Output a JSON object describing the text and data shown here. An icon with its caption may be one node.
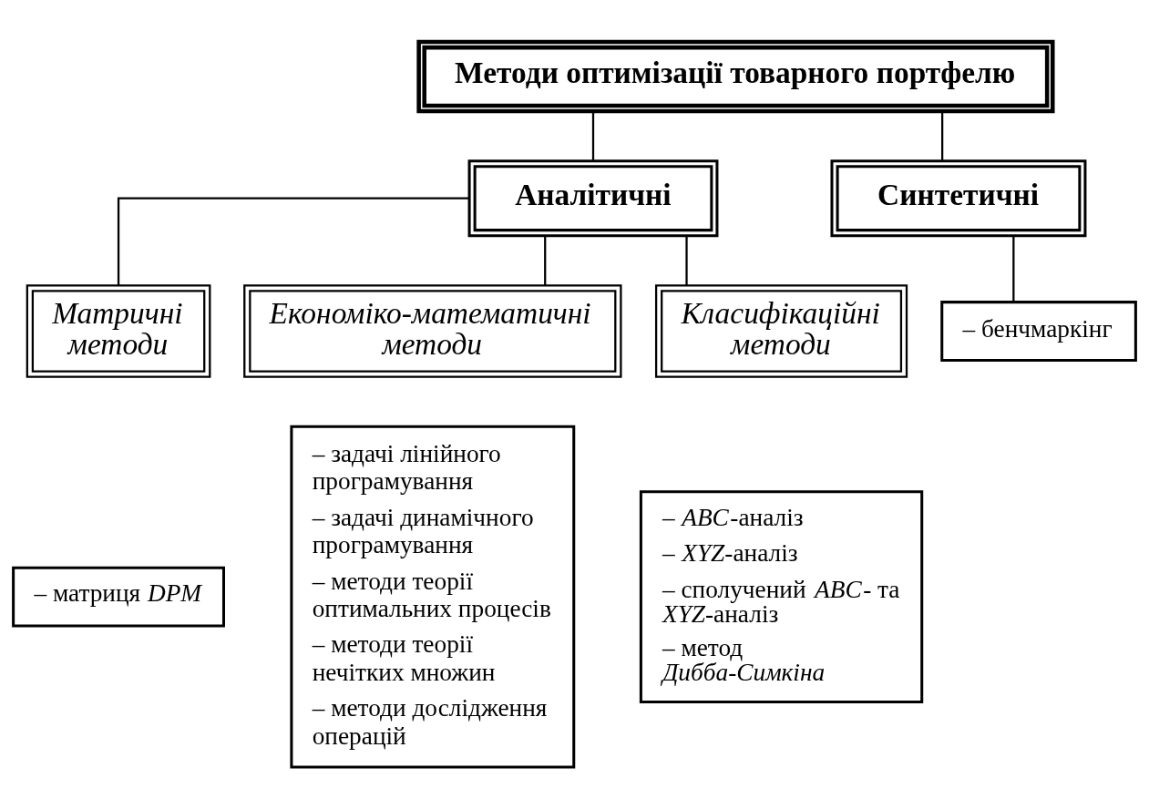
{
  "diagram": {
    "nodes": [
      {
        "text": [
          "Методи оптимізації товарного портфелю"
        ]
      },
      {
        "text": [
          "Аналітичні"
        ]
      },
      {
        "text": [
          "Синтетичні"
        ]
      },
      {
        "text": [
          "Матричні методи"
        ]
      },
      {
        "text": [
          "Економіко-математичні методи"
        ]
      },
      {
        "text": [
          "Класифікаційні методи"
        ]
      },
      {
        "text": [
          "– матриця *DPM*"
        ]
      },
      {
        "text": [
          "– задачі лінійного програмування",
          "– задачі динамічного програмування",
          "– методи теорії оптимальних процесів",
          "– методи теорії нечітких множин",
          "– методи дослідження операцій"
        ]
      },
      {
        "text": [
          "– *ABC*-аналіз",
          "– *XYZ*-аналіз",
          "– сполучений *ABC*- та *XYZ*-аналіз",
          "– метод *Дибба-Симкіна*"
        ]
      },
      {
        "text": [
          "– бенчмаркінг"
        ]
      }
    ],
    "edges": [
      {
        "from": 0,
        "to": 1,
        "arrow": "none"
      },
      {
        "from": 0,
        "to": 2,
        "arrow": "none"
      },
      {
        "from": 1,
        "to": 3,
        "arrow": "none"
      },
      {
        "from": 1,
        "to": 4,
        "arrow": "none"
      },
      {
        "from": 1,
        "to": 5,
        "arrow": "none"
      },
      {
        "from": 2,
        "to": 9,
        "arrow": "none"
      }
    ]
  }
}
